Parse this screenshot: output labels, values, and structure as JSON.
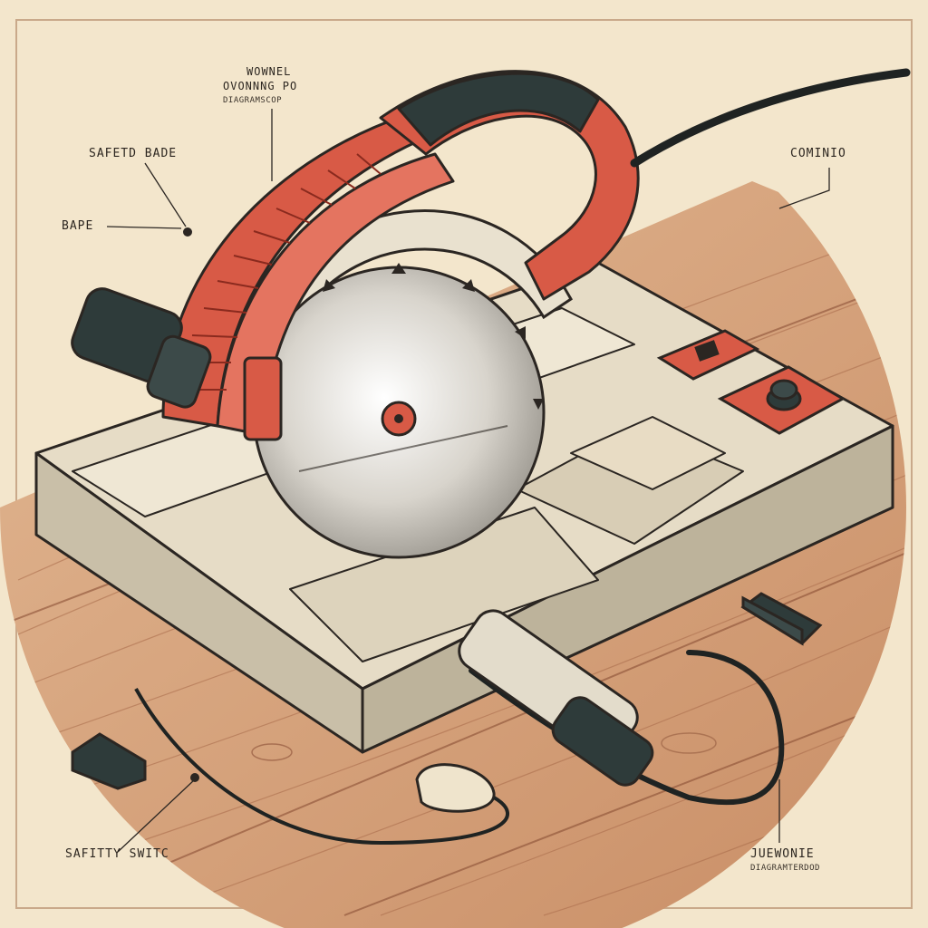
{
  "labels": {
    "top_line1": "WOWNEL",
    "top_line2": "OVONNNG PO",
    "top_line3": "DIAGRAMSCOP",
    "safety_blade": "SAFETD BADE",
    "blade": "BAPE",
    "cord_top": "COMINIO",
    "safety_switch": "SAFITTY  SWITC",
    "bottom_right": "JUEWONIE",
    "bottom_right_sub": "DIAGRAMTERDOD"
  },
  "colors": {
    "paper": "#f3e6cc",
    "wood": "#d9a77f",
    "wood_grain": "#9a6244",
    "housing_red": "#d85a46",
    "grip_dark": "#2e3b3a",
    "metal": "#e3dccb",
    "outline": "#2b2622"
  },
  "icons": {
    "circular-saw": "saw-illustration",
    "power-plug": "plug-icon",
    "cord-connector": "connector-icon"
  }
}
